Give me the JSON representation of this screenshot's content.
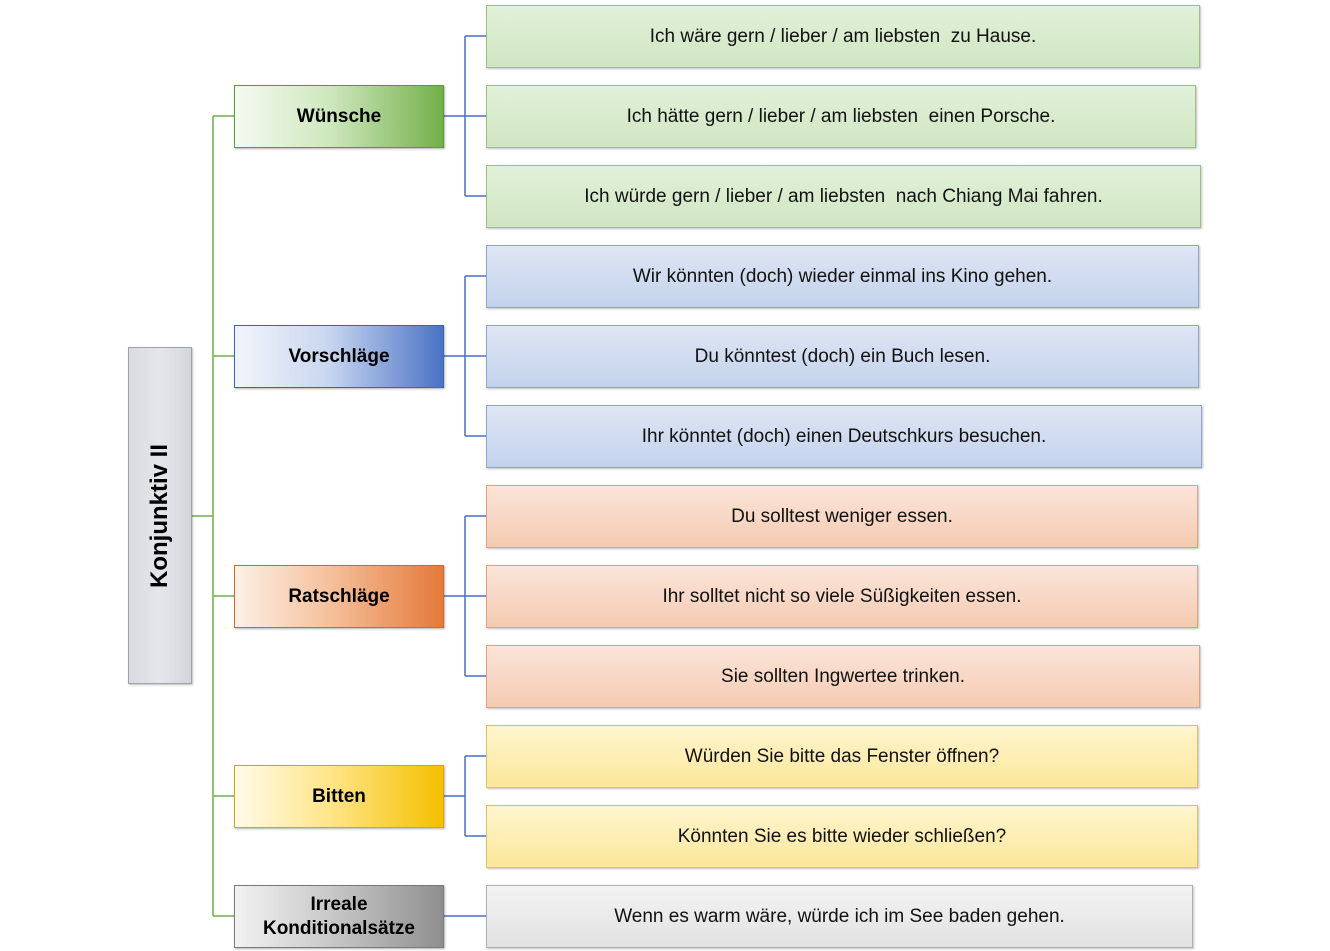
{
  "root": {
    "label": "Konjunktiv II"
  },
  "categories": [
    {
      "label": "Wünsche",
      "color": "green",
      "items": [
        "Ich wäre gern / lieber / am liebsten  zu Hause.",
        "Ich hätte gern / lieber / am liebsten  einen Porsche.",
        "Ich würde gern / lieber / am liebsten  nach Chiang Mai fahren."
      ]
    },
    {
      "label": "Vorschläge",
      "color": "blue",
      "items": [
        "Wir könnten (doch) wieder einmal ins Kino gehen.",
        "Du könntest (doch) ein Buch lesen.",
        "Ihr könntet (doch) einen Deutschkurs besuchen."
      ]
    },
    {
      "label": "Ratschläge",
      "color": "orange",
      "items": [
        "Du solltest weniger essen.",
        "Ihr solltet nicht so viele Süßigkeiten essen.",
        "Sie sollten Ingwertee trinken."
      ]
    },
    {
      "label": "Bitten",
      "color": "yellow",
      "items": [
        "Würden Sie bitte das Fenster öffnen?",
        "Könnten Sie es bitte wieder schließen?"
      ]
    },
    {
      "label_lines": [
        "Irreale",
        "Konditionalsätze"
      ],
      "color": "gray",
      "items": [
        "Wenn es warm wäre, würde ich im See baden gehen."
      ]
    }
  ],
  "colors": {
    "root_connector": "#70ad47",
    "branch_connector": "#4472c4"
  }
}
